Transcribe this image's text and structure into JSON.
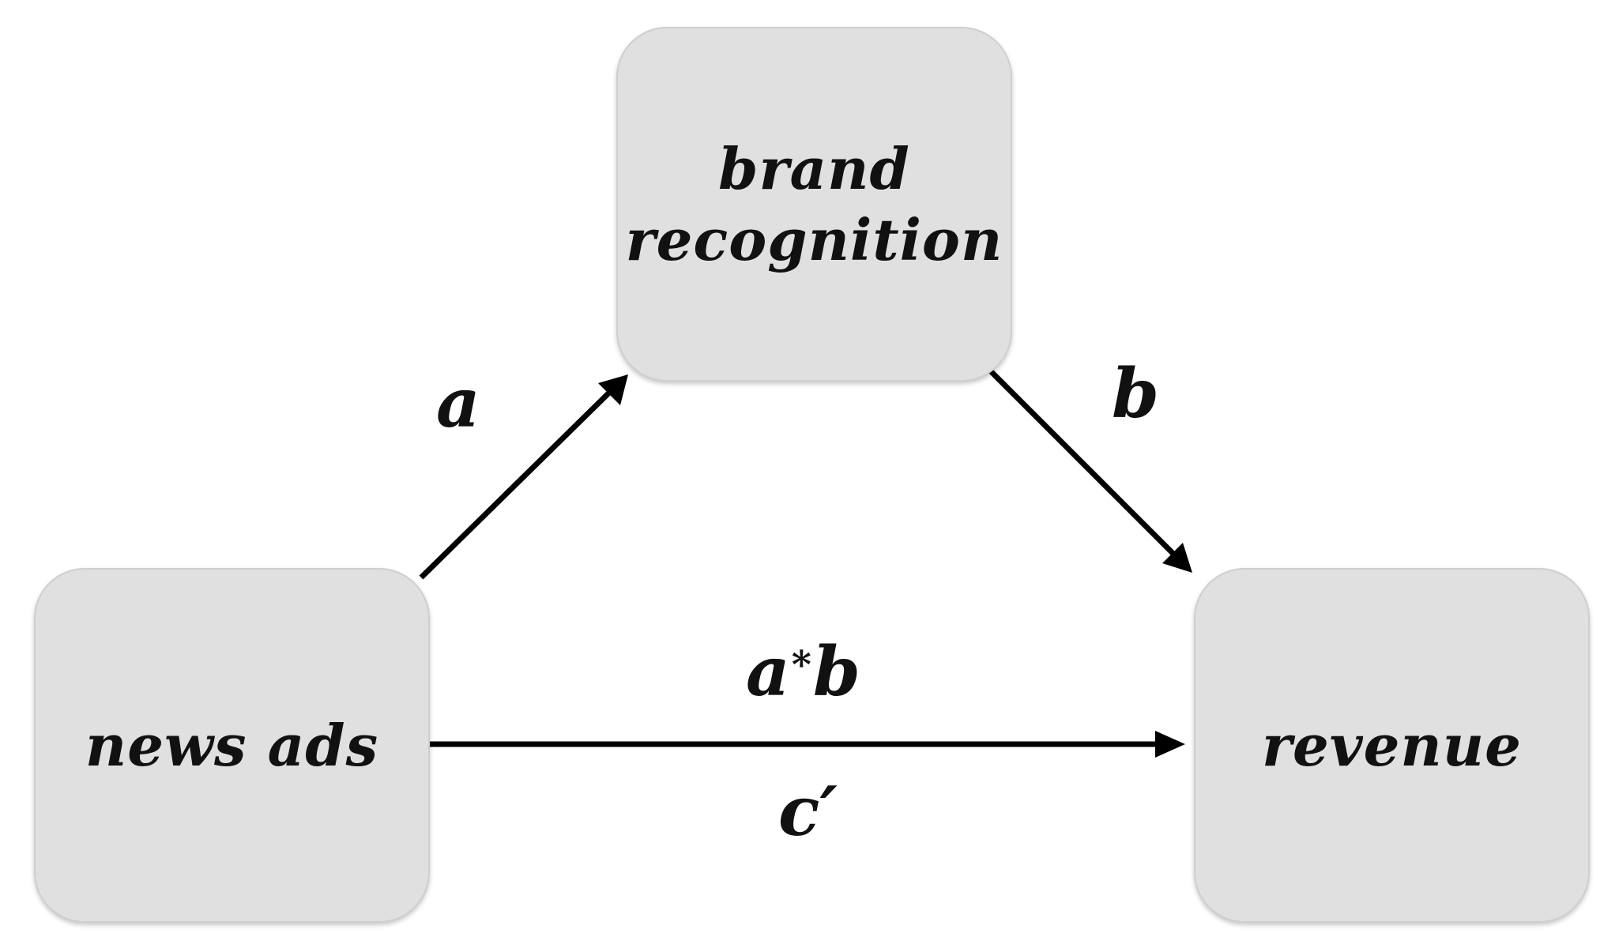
{
  "nodes": {
    "mediator": {
      "line1": "brand",
      "line2": "recognition"
    },
    "x": {
      "label": "news ads"
    },
    "y": {
      "label": "revenue"
    }
  },
  "edges": {
    "a": "a",
    "b": "b",
    "indirect": {
      "left": "a",
      "op": "*",
      "right": "b"
    },
    "direct": "c′"
  },
  "colors": {
    "node_fill": "#e0e0e0",
    "node_border": "#cfcfcf",
    "text": "#111111",
    "arrow": "#000000"
  }
}
